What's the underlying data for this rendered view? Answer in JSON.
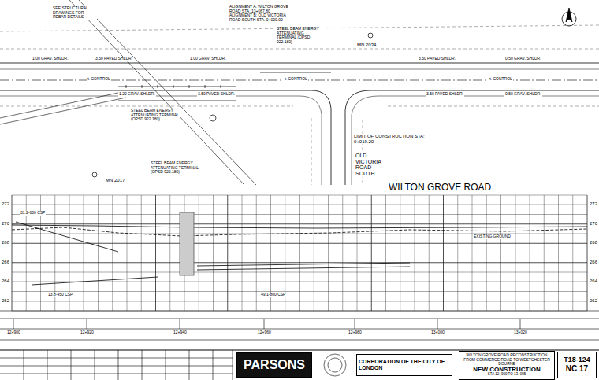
{
  "diagram": {
    "nodes": [
      {
        "text": [
          "PARSONS"
        ]
      },
      {
        "text": [
          "CORPORATION OF THE CITY OF LONDON"
        ]
      },
      {
        "text": [
          "WILTON GROVE ROAD RECONSTRUCTION FROM COMMERCE ROAD TO WESTCHESTER BOURNE",
          "NEW CONSTRUCTION",
          "STA 12+900 TO 13+095"
        ]
      },
      {
        "text": [
          "T18-124",
          "NC 17"
        ]
      }
    ],
    "labels": [
      "SEE STRUCTURAL DRAWINGS FOR REBAR DETAILS",
      "ALIGNMENT A: WILTON GROVE ROAD STA. 13+067.80 ALIGNMENT B: OLD VICTORIA ROAD SOUTH STA. 0+000.00",
      "MN 2034",
      "STEEL BEAM ENERGY ATTENUATING TERMINAL (OPSD 922.180)",
      "STEEL BEAM ENERGY ATTENUATING TERMINAL (OPSD 922.180)",
      "STEEL BEAM ENERGY ATTENUATING TERMINAL (OPSD 922.180)",
      "MN 2017",
      "LIMIT OF CONSTRUCTION STA: 0+019.20",
      "OLD VICTORIA ROAD SOUTH",
      "WILTON GROVE ROAD",
      "1.00 GRAV. SHLDR.",
      "3.50 PAVED SHLDR.",
      "1.00 GRAV. SHLDR.",
      "3.50 PAVED SHLDR.",
      "0.50 GRAV. SHLDR.",
      "℄ CONTROL",
      "℄ CONTROL",
      "℄ CONTROL",
      "1.20 GRAV. SHLDR.",
      "3.50 PAVED SHLDR.",
      "3.50 PAVED SHLDR.",
      "0.50 GRAV. SHLDR.",
      "12+900",
      "12+920",
      "12+940",
      "12+960",
      "12+980",
      "13+000",
      "13+020",
      "272",
      "270",
      "268",
      "266",
      "264",
      "262",
      "272",
      "270",
      "268",
      "266",
      "264",
      "262",
      "31.2-600 CSP",
      "13.8-450 CSP",
      "49.1-800 CSP",
      "EXISTING GROUND"
    ]
  }
}
